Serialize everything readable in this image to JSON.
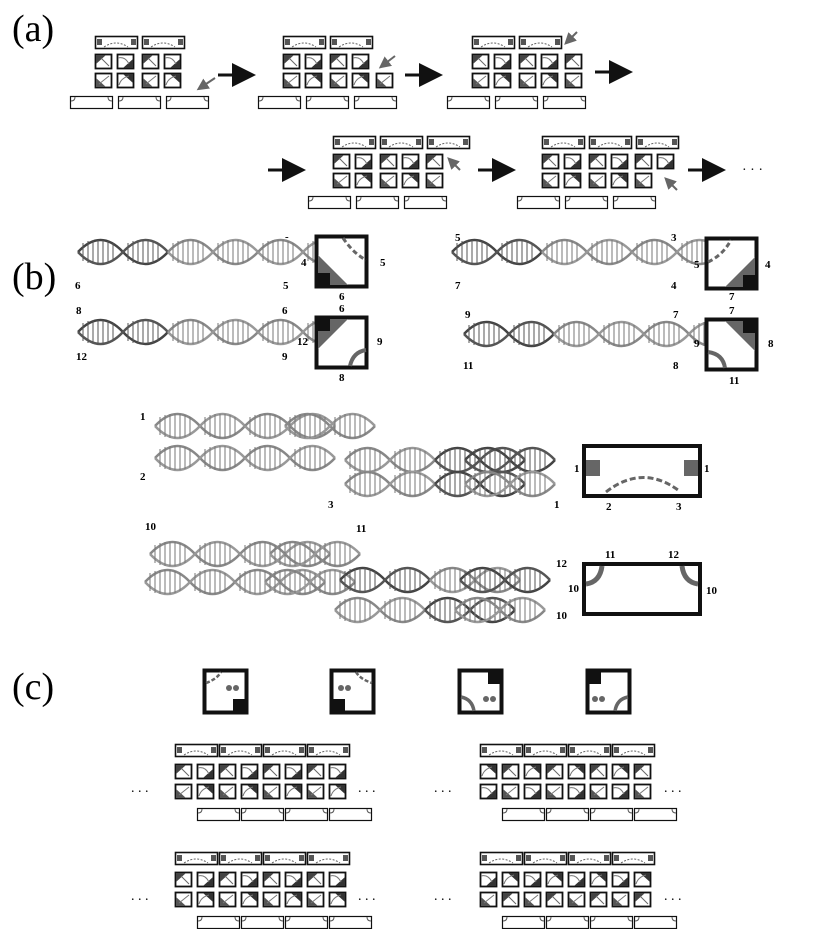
{
  "panels": {
    "a": "(a)",
    "b": "(b)",
    "c": "(c)"
  },
  "ellipsis": ". . .",
  "ellipsis_short": "· · ·",
  "tile_numbers": {
    "t1": {
      "left": "4",
      "right": "5",
      "bottom": "6"
    },
    "t2": {
      "left": "5",
      "right": "4",
      "bottom": "7"
    },
    "t3": {
      "top": "6",
      "left": "12",
      "right": "9",
      "bottom": "8"
    },
    "t4": {
      "top": "7",
      "left": "9",
      "right": "8",
      "bottom": "11"
    },
    "cap_top": {
      "left": "1",
      "right": "1",
      "b1": "2",
      "b2": "3"
    },
    "cap_bottom": {
      "t1": "11",
      "t2": "12",
      "left": "10",
      "right": "10",
      "outer": "12"
    }
  },
  "helix_numbers": {
    "h1": {
      "left": "6",
      "right": "5",
      "top_right": "-"
    },
    "h2": {
      "top_left": "5",
      "top_right": "3",
      "left": "7",
      "right": "4"
    },
    "h3": {
      "top_left": "8",
      "top_right": "6",
      "left": "12",
      "right": "9"
    },
    "h4": {
      "top_left": "9",
      "top_right": "7",
      "left": "11",
      "right": "8"
    },
    "h5": {
      "top_left": "1",
      "left": "2",
      "mid": "3",
      "right": "1"
    },
    "h6": {
      "top_left": "10",
      "mid": "11",
      "right_top": "12",
      "right": "10"
    }
  },
  "colors": {
    "ink": "#111111",
    "grey": "#777777",
    "light": "#9a9a9a",
    "dark": "#3c3c3c"
  }
}
